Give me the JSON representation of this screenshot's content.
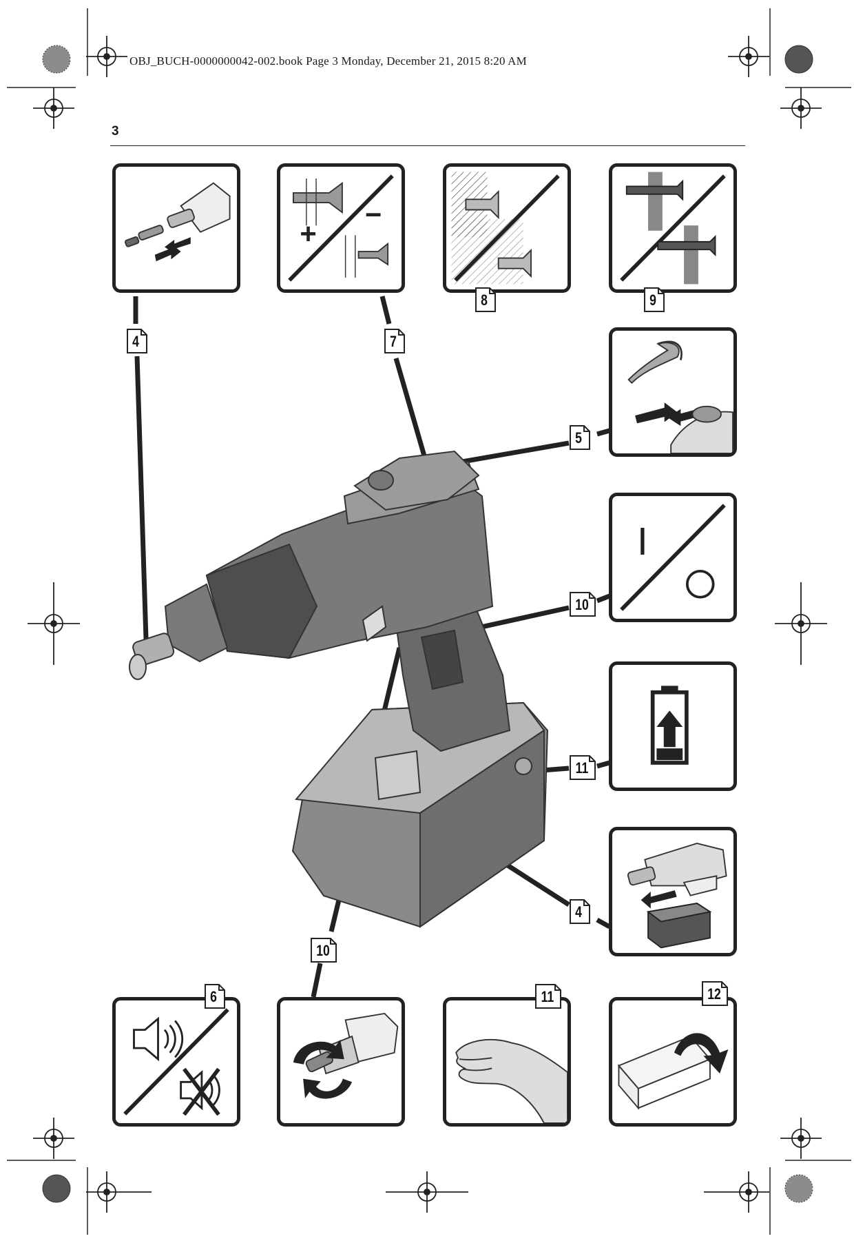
{
  "header": {
    "file_line": "OBJ_BUCH-0000000042-002.book  Page 3  Monday, December 21, 2015  8:20 AM",
    "page_number": "3"
  },
  "panels": {
    "bit_change": {
      "callout": "4"
    },
    "direction": {
      "callout": "7",
      "plus": "+",
      "minus": "−"
    },
    "depth_hard": {
      "callout": "8"
    },
    "depth_soft": {
      "callout": "9"
    },
    "belt_clip": {
      "callout": "5"
    },
    "on_off": {
      "callout": "10",
      "on": "I",
      "off": "O"
    },
    "battery_charge": {
      "callout": "11"
    },
    "battery_remove": {
      "callout": "4"
    },
    "sound": {
      "callout": "6"
    },
    "rotate": {
      "callout": "10"
    },
    "hand": {
      "callout": "11"
    },
    "packaging": {
      "callout": "12"
    }
  },
  "tool_callouts": {
    "handle": "10"
  },
  "colors": {
    "ink": "#222222",
    "tool_dark": "#555555",
    "tool_mid": "#8a8a8a",
    "tool_light": "#b8b8b8"
  },
  "icons": [
    "registration-mark-icon",
    "color-wheel-icon",
    "speaker-icon",
    "battery-icon",
    "rotate-arrows-icon"
  ]
}
